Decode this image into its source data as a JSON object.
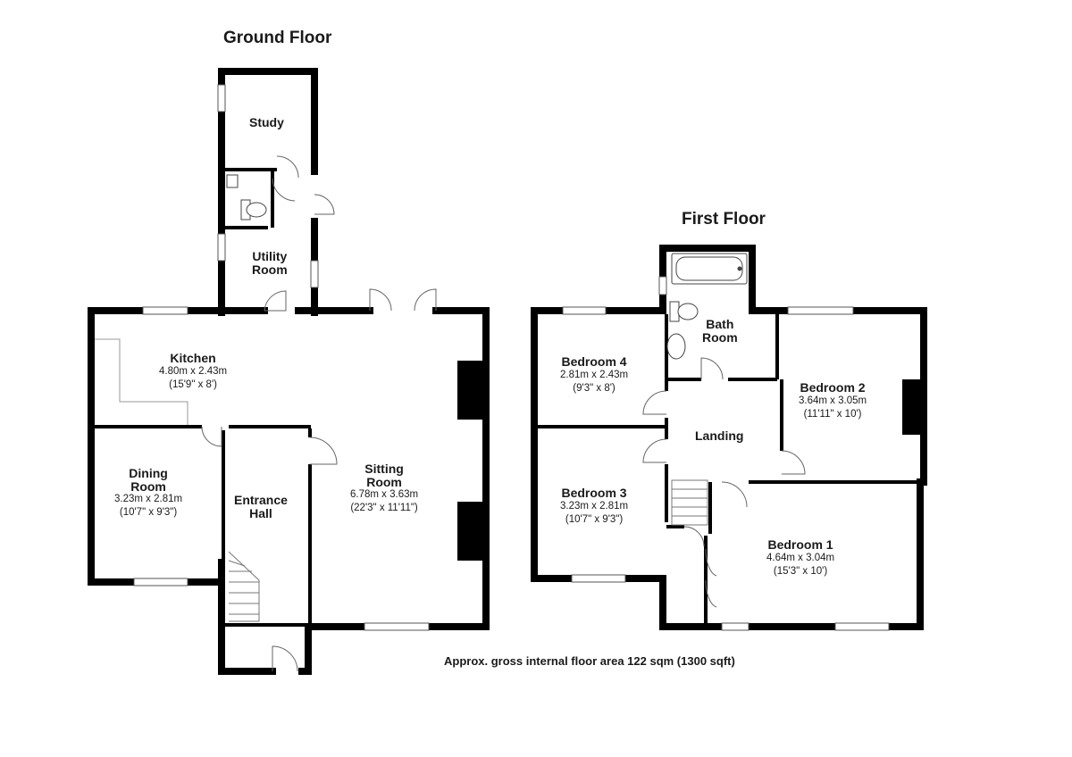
{
  "ground_floor": {
    "title": "Ground Floor",
    "rooms": {
      "study": {
        "name": "Study"
      },
      "utility": {
        "name": "Utility\nRoom"
      },
      "kitchen": {
        "name": "Kitchen",
        "size_m": "4.80m x 2.43m",
        "size_ft": "(15'9\" x 8')"
      },
      "dining": {
        "name": "Dining\nRoom",
        "size_m": "3.23m x 2.81m",
        "size_ft": "(10'7\" x 9'3\")"
      },
      "entrance": {
        "name": "Entrance\nHall"
      },
      "sitting": {
        "name": "Sitting\nRoom",
        "size_m": "6.78m x 3.63m",
        "size_ft": "(22'3\" x 11'11\")"
      }
    }
  },
  "first_floor": {
    "title": "First Floor",
    "rooms": {
      "bath": {
        "name": "Bath\nRoom"
      },
      "bedroom4": {
        "name": "Bedroom 4",
        "size_m": "2.81m x 2.43m",
        "size_ft": "(9'3\" x 8')"
      },
      "bedroom2": {
        "name": "Bedroom 2",
        "size_m": "3.64m x 3.05m",
        "size_ft": "(11'11\" x 10')"
      },
      "landing": {
        "name": "Landing"
      },
      "bedroom3": {
        "name": "Bedroom 3",
        "size_m": "3.23m x 2.81m",
        "size_ft": "(10'7\" x 9'3\")"
      },
      "bedroom1": {
        "name": "Bedroom 1",
        "size_m": "4.64m x 3.04m",
        "size_ft": "(15'3\" x 10')"
      }
    }
  },
  "footer": {
    "area_text": "Approx. gross internal floor area 122 sqm (1300 sqft)"
  },
  "colors": {
    "wall": "#000000",
    "line": "#9a9a9a",
    "background": "#ffffff"
  }
}
